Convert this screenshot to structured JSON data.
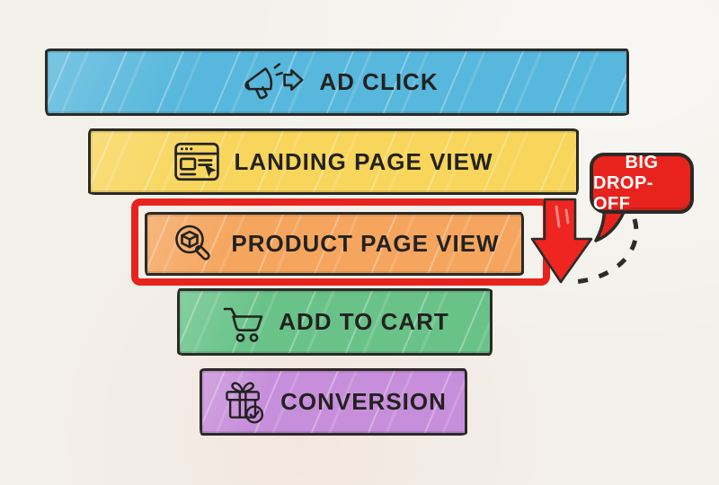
{
  "diagram": {
    "type": "funnel",
    "background_color": "#f3f0ea",
    "ink_color": "#2b2a26",
    "steps": [
      {
        "id": "ad-click",
        "label": "AD CLICK",
        "icon": "megaphone-icon",
        "color": "#57b7dc",
        "highlighted": false
      },
      {
        "id": "landing-page-view",
        "label": "LANDING PAGE VIEW",
        "icon": "browser-window-icon",
        "color": "#f8d55b",
        "highlighted": false
      },
      {
        "id": "product-page-view",
        "label": "PRODUCT PAGE VIEW",
        "icon": "product-search-icon",
        "color": "#f5a55d",
        "highlighted": true
      },
      {
        "id": "add-to-cart",
        "label": "ADD TO CART",
        "icon": "shopping-cart-icon",
        "color": "#69c389",
        "highlighted": false
      },
      {
        "id": "conversion",
        "label": "CONVERSION",
        "icon": "gift-icon",
        "color": "#c78edb",
        "highlighted": false
      }
    ],
    "highlight": {
      "step_id": "product-page-view",
      "outline_color": "#e8231d"
    },
    "arrow": {
      "direction": "down",
      "color": "#ee2520"
    },
    "callout": {
      "line1": "BIG",
      "line2": "DROP-OFF",
      "bg_color": "#e8231d",
      "text_color": "#ffffff",
      "connector_style": "dashed"
    }
  }
}
